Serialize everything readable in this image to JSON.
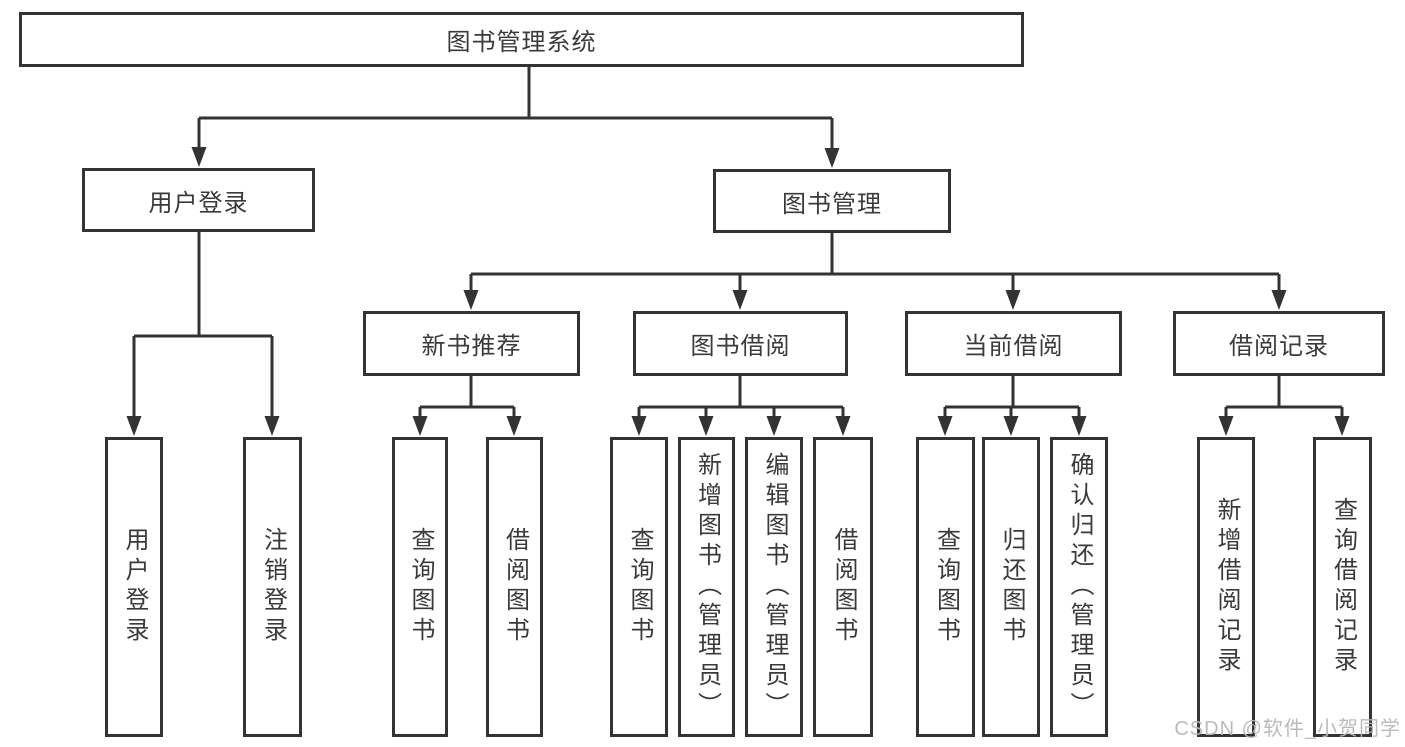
{
  "title": "图书管理系统",
  "watermark": "CSDN @软件_小贺同学",
  "colors": {
    "line": "#333333",
    "text": "#3a3a3a",
    "box_background": "#ffffff",
    "watermark": "#b7b7b7"
  },
  "hierarchy": {
    "root": "图书管理系统",
    "children": [
      {
        "label": "用户登录",
        "children": [
          "用户登录",
          "注销登录"
        ]
      },
      {
        "label": "图书管理",
        "children": [
          {
            "label": "新书推荐",
            "children": [
              "查询图书",
              "借阅图书"
            ]
          },
          {
            "label": "图书借阅",
            "children": [
              "查询图书",
              "新增图书（管理员）",
              "编辑图书（管理员）",
              "借阅图书"
            ]
          },
          {
            "label": "当前借阅",
            "children": [
              "查询图书",
              "归还图书",
              "确认归还（管理员）"
            ]
          },
          {
            "label": "借阅记录",
            "children": [
              "新增借阅记录",
              "查询借阅记录"
            ]
          }
        ]
      }
    ]
  }
}
